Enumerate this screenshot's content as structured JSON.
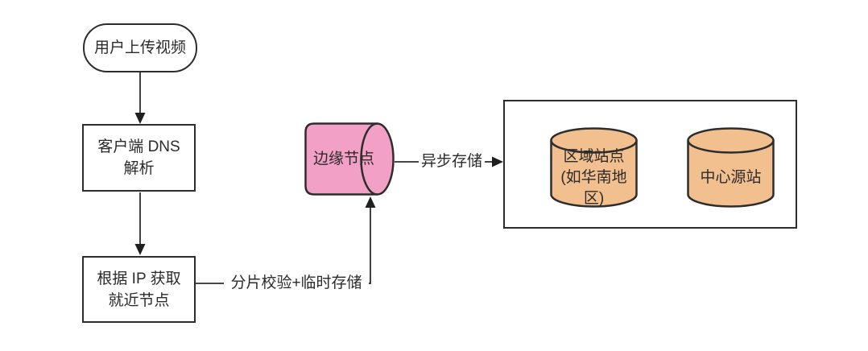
{
  "colors": {
    "background": "#ffffff",
    "line": "#2d2d2d",
    "arrowhead": "#1f1f1f",
    "text": "#2b2b2b",
    "edge_node_fill": "#f2a0c6",
    "storage_node_fill": "#f2bf8e",
    "process_node_fill": "#ffffff"
  },
  "nodes": {
    "user_upload": {
      "label": "用户上传视频"
    },
    "client_dns": {
      "lines": [
        "客户端 DNS",
        "解析"
      ]
    },
    "nearest_node": {
      "lines": [
        "根据 IP 获取",
        "就近节点"
      ]
    },
    "edge_node": {
      "label": "边缘节点"
    },
    "regional_site": {
      "lines": [
        "区域站点",
        "(如华南地",
        "区)"
      ]
    },
    "central_origin": {
      "label": "中心源站"
    }
  },
  "edge_labels": {
    "shard": "分片校验+临时存储",
    "async": "异步存储"
  }
}
